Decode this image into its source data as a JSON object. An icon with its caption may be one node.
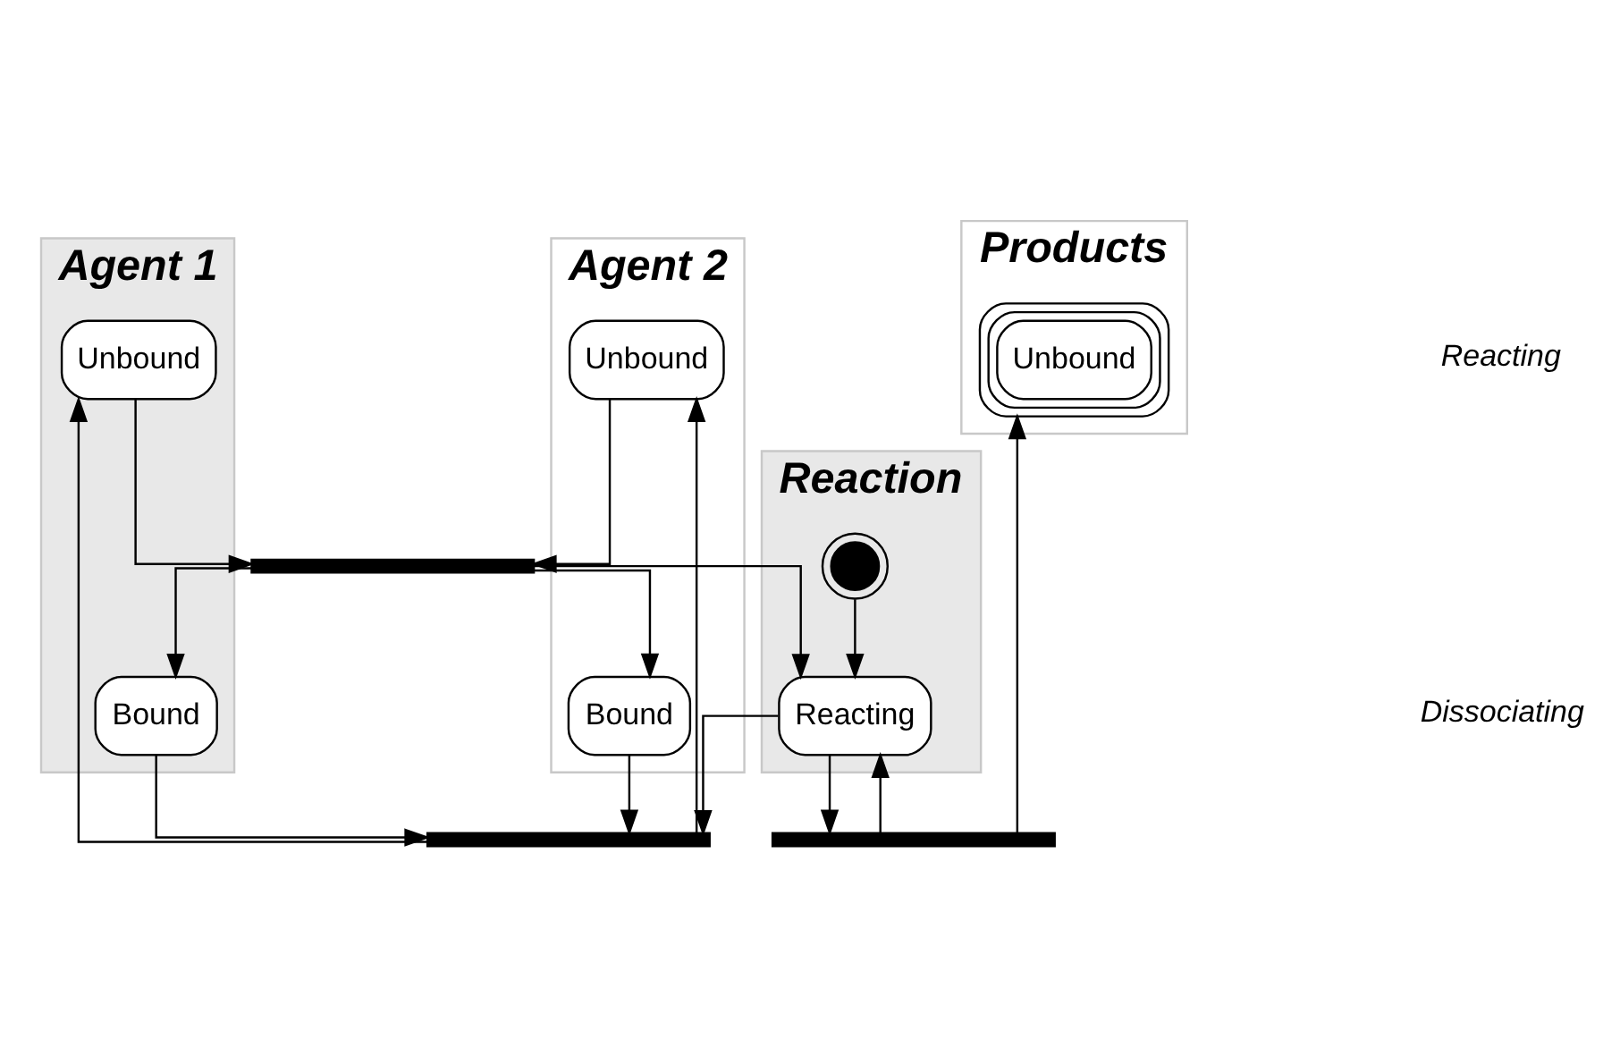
{
  "diagram": {
    "nodes": [
      {
        "text": [
          "Agent 1"
        ]
      },
      {
        "text": [
          "Agent 2"
        ]
      },
      {
        "text": [
          "Reaction"
        ]
      },
      {
        "text": [
          "Products"
        ]
      },
      {
        "text": [
          "Unbound"
        ],
        "in": 0
      },
      {
        "text": [
          "Unbound"
        ],
        "in": 1
      },
      {
        "text": [],
        "shape": "circle",
        "in": 2
      },
      {
        "text": [],
        "shape": "bar"
      },
      {
        "text": [
          "Bound"
        ],
        "in": 0
      },
      {
        "text": [
          "Bound"
        ],
        "in": 1
      },
      {
        "text": [
          "Reacting"
        ],
        "in": 2
      },
      {
        "text": [
          "Unbound"
        ],
        "in": 3
      },
      {
        "text": [],
        "shape": "bar"
      },
      {
        "text": [],
        "shape": "bar"
      }
    ],
    "edges": [
      {
        "from": 4,
        "to": 7,
        "arrow": "to"
      },
      {
        "from": 5,
        "to": 7,
        "arrow": "to"
      },
      {
        "from": 6,
        "to": 10,
        "arrow": "to"
      },
      {
        "from": 7,
        "to": 8,
        "arrow": "to"
      },
      {
        "from": 7,
        "to": 9,
        "arrow": "to"
      },
      {
        "from": 7,
        "to": 10,
        "arrow": "to"
      },
      {
        "from": 8,
        "to": 12,
        "arrow": "to"
      },
      {
        "from": 9,
        "to": 12,
        "arrow": "to"
      },
      {
        "from": 10,
        "to": 12,
        "arrow": "to"
      },
      {
        "from": 12,
        "to": 4,
        "arrow": "to"
      },
      {
        "from": 12,
        "to": 5,
        "arrow": "to"
      },
      {
        "from": 10,
        "to": 13,
        "arrow": "to"
      },
      {
        "from": 13,
        "to": 10,
        "arrow": "to"
      },
      {
        "from": 13,
        "to": 11,
        "arrow": "to"
      }
    ],
    "labels": [
      "Reacting",
      "Dissociating"
    ]
  }
}
